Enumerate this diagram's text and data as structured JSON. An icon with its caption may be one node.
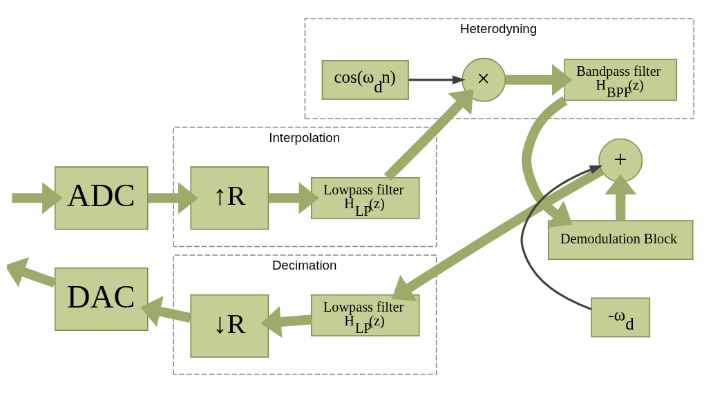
{
  "diagram": {
    "nodes": [
      {
        "text": [
          "ADC"
        ]
      },
      {
        "text": [
          "Interpolation"
        ]
      },
      {
        "text": [
          "↑R"
        ],
        "in": 1
      },
      {
        "text": [
          "Lowpass filter",
          "H$_{LP}$(z)"
        ],
        "in": 1
      },
      {
        "text": [
          "Heterodyning"
        ]
      },
      {
        "text": [
          "cos(ω$_{d}$n)"
        ],
        "in": 4
      },
      {
        "text": [
          "×"
        ],
        "in": 4
      },
      {
        "text": [
          "Bandpass filter",
          "H$_{BPF}$(z)"
        ],
        "in": 4
      },
      {
        "text": [
          "Demodulation Block"
        ]
      },
      {
        "text": [
          "+"
        ]
      },
      {
        "text": [
          "-ω$_{d}$"
        ]
      },
      {
        "text": [
          "Decimation"
        ]
      },
      {
        "text": [
          "Lowpass filter",
          "H$_{LP}$(z)"
        ],
        "in": 11
      },
      {
        "text": [
          "↓R"
        ],
        "in": 11
      },
      {
        "text": [
          "DAC"
        ]
      }
    ],
    "edges": [
      {
        "from": null,
        "to": 0,
        "arrow": "to"
      },
      {
        "from": 0,
        "to": 2,
        "arrow": "to"
      },
      {
        "from": 2,
        "to": 3,
        "arrow": "to"
      },
      {
        "from": 3,
        "to": 6,
        "arrow": "to"
      },
      {
        "from": 5,
        "to": 6,
        "arrow": "to",
        "color": "#404040"
      },
      {
        "from": 6,
        "to": 7,
        "arrow": "to"
      },
      {
        "from": 7,
        "to": 8,
        "arrow": "to"
      },
      {
        "from": 8,
        "to": 9,
        "arrow": "to"
      },
      {
        "from": 10,
        "to": 9,
        "arrow": "to",
        "color": "#404040"
      },
      {
        "from": 9,
        "to": 12,
        "arrow": "to"
      },
      {
        "from": 12,
        "to": 13,
        "arrow": "to"
      },
      {
        "from": 13,
        "to": 14,
        "arrow": "to"
      },
      {
        "from": 14,
        "to": null,
        "arrow": "to"
      }
    ]
  }
}
